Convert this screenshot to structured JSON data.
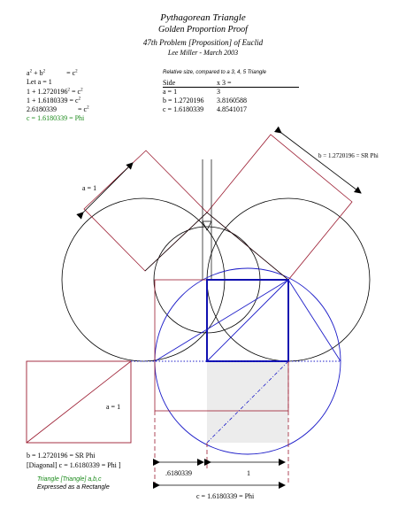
{
  "header": {
    "title": "Pythagorean Triangle",
    "subtitle": "Golden Proportion Proof",
    "problem_line": "47th Problem [Proposition] of Euclid",
    "author": "Lee Miller - March 2003"
  },
  "equations": {
    "line1_left": "a",
    "line1_mid": "+ b",
    "line1_right": "= c",
    "line2": "Let a = 1",
    "line3_left": "1  + 1.2720196",
    "line3_right": "= c",
    "line4_left": "1  + 1.6180339",
    "line4_right": "= c",
    "line5_left": "2.6180339",
    "line5_right": "= c",
    "line6": "c  = 1.6180339  = Phi"
  },
  "relative_table": {
    "caption": "Relative size, compared to a 3, 4, 5 Triangle",
    "col1_header": "Side",
    "col2_header": "x 3 =",
    "rows": [
      {
        "side": "a = 1",
        "value": "3"
      },
      {
        "side": "b = 1.2720196",
        "value": "3.8160588"
      },
      {
        "side": "c = 1.6180339",
        "value": "4.8541017"
      }
    ]
  },
  "labels": {
    "a_top": "a = 1",
    "b_top": "b = 1.2720196 = SR Phi",
    "a_square": "a = 1",
    "b_bottom": "b = 1.2720196 = SR Phi",
    "diagonal": "[Diagonal] c = 1.6180339 = Phi ]",
    "triangle_caption_1": "Triangle [Triangle] a,b,c",
    "triangle_caption_2": "Expressed as a Rectangle",
    "dim_left": ".6180339",
    "dim_right": "1",
    "dim_bottom": "c = 1.6180339 = Phi"
  },
  "colors": {
    "crimson": "#9b1b30",
    "blue": "#1c1cc8",
    "blue_heavy": "#1010b0",
    "green": "#1a8a1a",
    "shade": "#ececec"
  }
}
